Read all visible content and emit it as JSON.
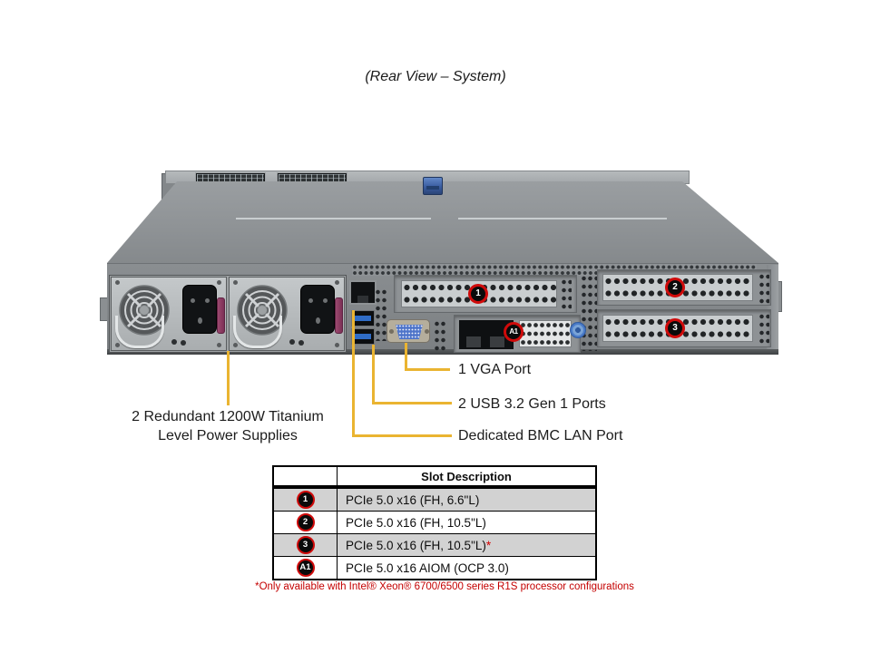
{
  "title": "(Rear View – System)",
  "server": {
    "slot_badges": {
      "slot1": "1",
      "slot2": "2",
      "slot3": "3",
      "aiom": "A1"
    }
  },
  "callouts": {
    "vga": "1 VGA Port",
    "usb": "2 USB 3.2 Gen 1 Ports",
    "bmc": "Dedicated BMC LAN Port",
    "psu_line1": "2 Redundant 1200W Titanium",
    "psu_line2": "Level Power Supplies"
  },
  "table": {
    "header": "Slot Description",
    "rows": [
      {
        "badge": "1",
        "desc": "PCIe 5.0 x16 (FH, 6.6\"L)",
        "note": ""
      },
      {
        "badge": "2",
        "desc": "PCIe 5.0 x16 (FH, 10.5\"L)",
        "note": ""
      },
      {
        "badge": "3",
        "desc": "PCIe 5.0 x16 (FH, 10.5\"L)",
        "note": "*"
      },
      {
        "badge": "A1",
        "desc": "PCIe 5.0 x16 AIOM (OCP 3.0)",
        "note": ""
      }
    ]
  },
  "footnote": "*Only available with Intel® Xeon® 6700/6500 series R1S processor configurations",
  "colors": {
    "callout_yellow": "#EAB431",
    "badge_red": "#CF0A0A",
    "footnote_red": "#C40000",
    "row_shade": "#D2D2D2"
  }
}
